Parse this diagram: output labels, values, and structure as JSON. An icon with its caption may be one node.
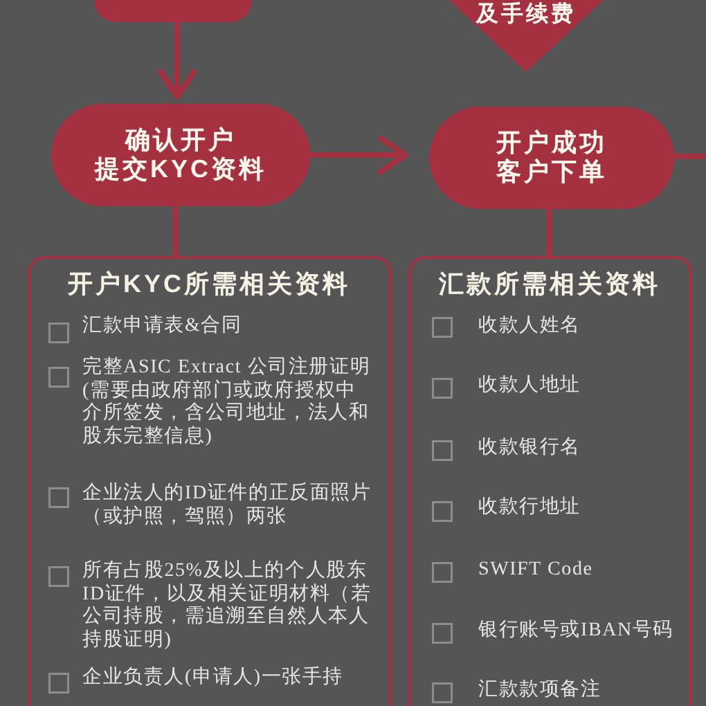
{
  "diagram": {
    "nodes": [
      {
        "text": [],
        "shape": "box"
      },
      {
        "text": [
          "及手续费"
        ]
      },
      {
        "text": [
          "确认开户提交KYC资料"
        ]
      },
      {
        "text": [
          "开户成功客户下单"
        ]
      },
      {
        "text": [
          "开户KYC所需相关资料",
          "汇款申请表&合同",
          "完整ASIC Extract 公司注册证明(需要由政府部门或政府授权中介所签发，含公司地址，法人和股东完整信息)",
          "企业法人的ID证件的正反面照片（或护照，驾照）两张",
          "所有占股25%及以上的个人股东ID证件，以及相关证明材料（若公司持股，需追溯至自然人本人持股证明)",
          "企业负责人(申请人)一张手持"
        ]
      },
      {
        "text": [
          "汇款所需相关资料",
          "收款人姓名",
          "收款人地址",
          "收款银行名",
          "收款行地址",
          "SWIFT Code",
          "银行账号或IBAN号码",
          "汇款款项备注"
        ]
      }
    ],
    "edges": [
      {
        "from": 0,
        "to": 2,
        "arrow": "to"
      },
      {
        "from": 2,
        "to": 3,
        "arrow": "to"
      },
      {
        "from": 3,
        "to": null,
        "arrow": "none"
      },
      {
        "from": 2,
        "to": 4,
        "arrow": "none"
      },
      {
        "from": 3,
        "to": 5,
        "arrow": "none"
      }
    ]
  }
}
